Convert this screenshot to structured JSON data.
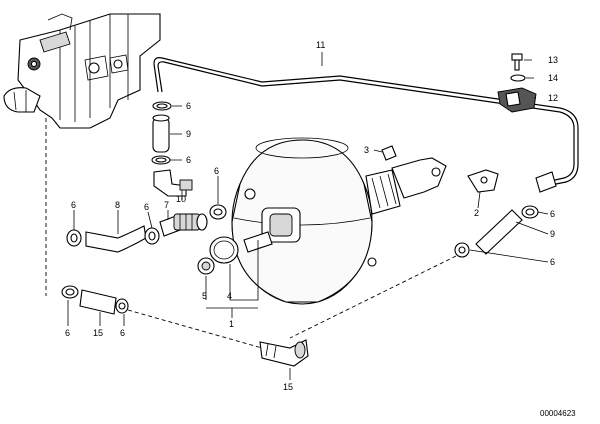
{
  "callouts": [
    {
      "id": "c11a",
      "text": "11"
    },
    {
      "id": "c13",
      "text": "13"
    },
    {
      "id": "c14",
      "text": "14"
    },
    {
      "id": "c12",
      "text": "12"
    },
    {
      "id": "c6a",
      "text": "6"
    },
    {
      "id": "c9a",
      "text": "9"
    },
    {
      "id": "c6b",
      "text": "6"
    },
    {
      "id": "c3",
      "text": "3"
    },
    {
      "id": "c6c",
      "text": "6"
    },
    {
      "id": "c7",
      "text": "7"
    },
    {
      "id": "c10",
      "text": "10"
    },
    {
      "id": "c6d",
      "text": "6"
    },
    {
      "id": "c8",
      "text": "8"
    },
    {
      "id": "c6e",
      "text": "6"
    },
    {
      "id": "c2",
      "text": "2"
    },
    {
      "id": "c6f",
      "text": "6"
    },
    {
      "id": "c9b",
      "text": "9"
    },
    {
      "id": "c6g",
      "text": "6"
    },
    {
      "id": "c5",
      "text": "5"
    },
    {
      "id": "c4",
      "text": "4"
    },
    {
      "id": "c1",
      "text": "1"
    },
    {
      "id": "c6h",
      "text": "6"
    },
    {
      "id": "c15a",
      "text": "15"
    },
    {
      "id": "c6i",
      "text": "6"
    },
    {
      "id": "c15b",
      "text": "15"
    }
  ],
  "reference_number": "00004623"
}
